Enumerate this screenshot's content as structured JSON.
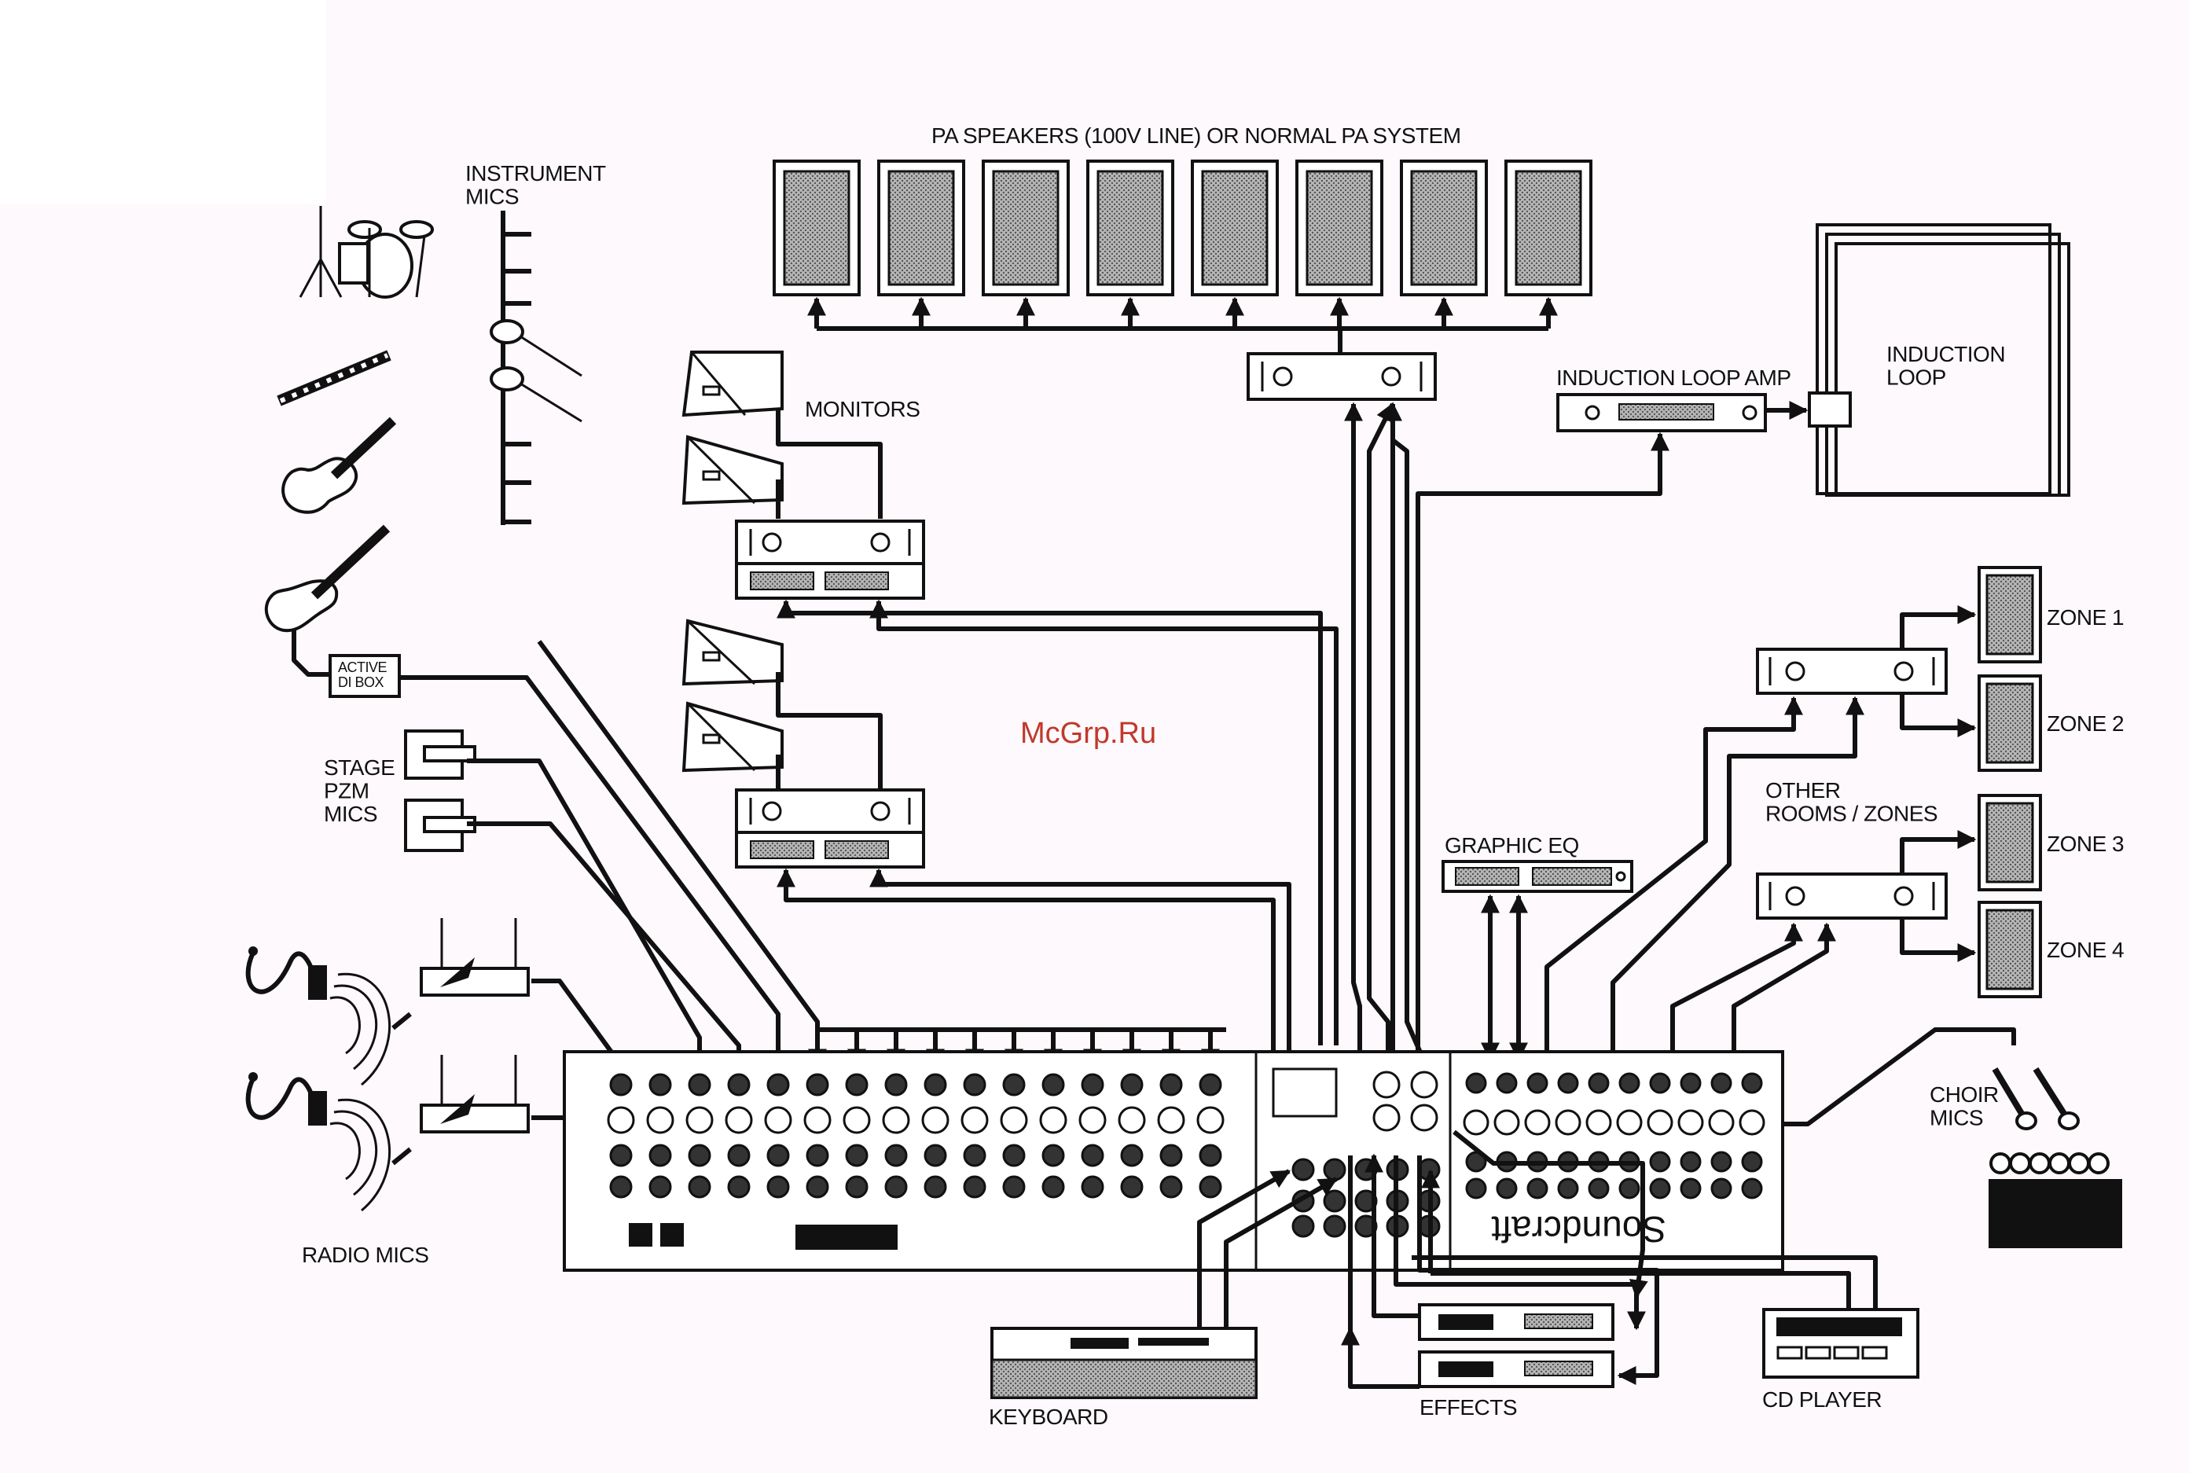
{
  "labels": {
    "pa_system": "PA SPEAKERS (100V LINE) OR NORMAL PA SYSTEM",
    "instrument_mics": "INSTRUMENT\nMICS",
    "monitors": "MONITORS",
    "induction_loop_amp": "INDUCTION LOOP AMP",
    "induction_loop": "INDUCTION\nLOOP",
    "zone1": "ZONE 1",
    "zone2": "ZONE 2",
    "zone3": "ZONE 3",
    "zone4": "ZONE 4",
    "other_rooms": "OTHER\nROOMS / ZONES",
    "graphic_eq": "GRAPHIC EQ",
    "active_di_box": "ACTIVE\nDI BOX",
    "stage_pzm_mics": "STAGE\nPZM\nMICS",
    "radio_mics": "RADIO MICS",
    "choir_mics": "CHOIR\nMICS",
    "keyboard": "KEYBOARD",
    "effects": "EFFECTS",
    "cd_player": "CD PLAYER",
    "brand": "Soundcraft",
    "watermark": "McGrp.Ru"
  },
  "colors": {
    "background": "#fdf9fc",
    "ink": "#111111",
    "watermark": "#c0392b",
    "speaker_fill": "#9a9a9a"
  },
  "icons": [
    "drum-kit-icon",
    "flute-icon",
    "acoustic-guitar-icon",
    "electric-guitar-icon",
    "microphone-icon",
    "headset-mic-icon",
    "wireless-receiver-icon",
    "speaker-icon",
    "monitor-wedge-icon",
    "amplifier-icon",
    "keyboard-icon",
    "effects-unit-icon",
    "cd-player-icon",
    "choir-icon"
  ]
}
